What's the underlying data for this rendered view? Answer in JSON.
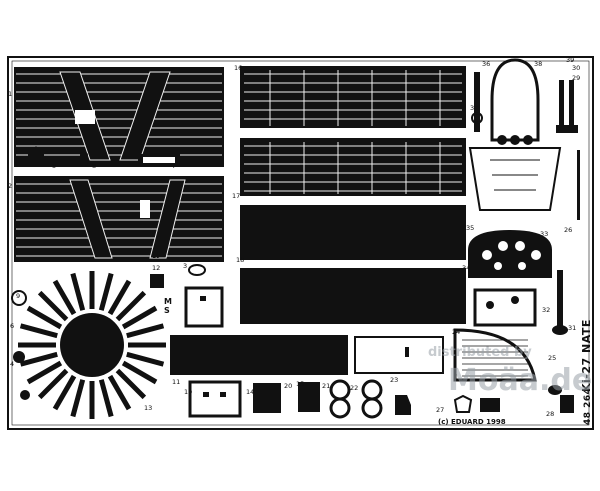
{
  "kit": {
    "number": "48 264",
    "name": "Ki-27 NATE",
    "copyright": "(c) EDUARD 1998"
  },
  "watermark": {
    "line1": "distributed by",
    "line2": "Moäa.de"
  },
  "part_numbers": [
    "1",
    "2",
    "3",
    "4",
    "5",
    "6",
    "7",
    "8",
    "9",
    "10",
    "11",
    "12",
    "13",
    "14",
    "15",
    "16",
    "17",
    "18",
    "19",
    "20",
    "21",
    "22",
    "23",
    "24",
    "25",
    "26",
    "27",
    "28",
    "29",
    "30",
    "31",
    "32",
    "33",
    "34",
    "35",
    "36",
    "37",
    "38",
    "39"
  ],
  "side_marks": [
    "M",
    "S"
  ],
  "colors": {
    "background": "#ffffff",
    "metal": "#111111",
    "grid": "#f0f0f0",
    "watermark": "#9aa2a8"
  }
}
